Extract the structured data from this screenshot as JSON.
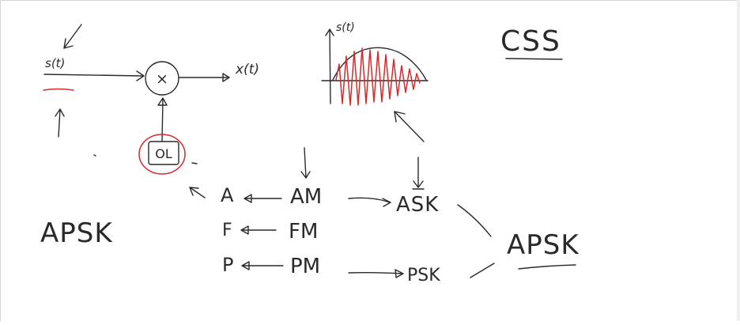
{
  "block_diagram": {
    "input_label": "s(t)",
    "multiplier_symbol": "×",
    "output_label": "x(t)",
    "oscillator_label": "OL"
  },
  "waveform": {
    "axis_label": "s(t)"
  },
  "corner_labels": {
    "css": "CSS",
    "apsk_left": "APSK",
    "apsk_right": "APSK"
  },
  "modulation_map": {
    "rows": [
      {
        "param": "A",
        "analog": "AM",
        "digital": "ASK"
      },
      {
        "param": "F",
        "analog": "FM",
        "digital": ""
      },
      {
        "param": "P",
        "analog": "PM",
        "digital": "PSK"
      }
    ]
  },
  "colors": {
    "ink": "#2a2a2a",
    "highlight": "#d42a2a"
  }
}
